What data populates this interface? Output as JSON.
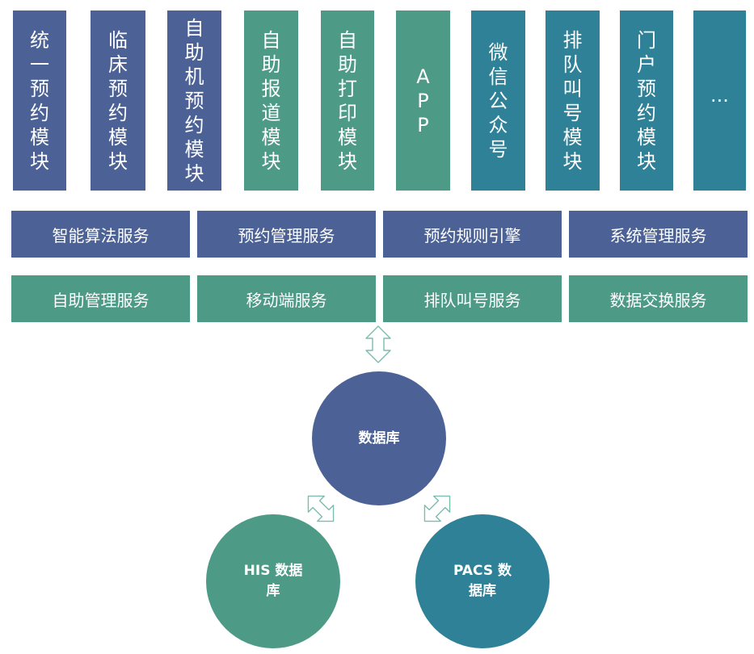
{
  "modules": [
    {
      "label": "统一预约模块",
      "color": "#4c6297"
    },
    {
      "label": "临床预约模块",
      "color": "#4c6297"
    },
    {
      "label": "自助机预约模块",
      "color": "#4c6297"
    },
    {
      "label": "自助报道模块",
      "color": "#4d9a86"
    },
    {
      "label": "自助打印模块",
      "color": "#4d9a86"
    },
    {
      "label": "APP",
      "color": "#4d9a86"
    },
    {
      "label": "微信公众号",
      "color": "#2f8197"
    },
    {
      "label": "排队叫号模块",
      "color": "#2f8197"
    },
    {
      "label": "门户预约模块",
      "color": "#2f8197"
    },
    {
      "label": "···",
      "color": "#2f8197"
    }
  ],
  "services_row1": [
    "智能算法服务",
    "预约管理服务",
    "预约规则引擎",
    "系统管理服务"
  ],
  "services_row2": [
    "自助管理服务",
    "移动端服务",
    "排队叫号服务",
    "数据交换服务"
  ],
  "databases": {
    "main": "数据库",
    "his_line1": "HIS 数据",
    "his_line2": "库",
    "pacs_line1": "PACS 数",
    "pacs_line2": "据库"
  },
  "colors": {
    "blue": "#4c6297",
    "green": "#4d9a86",
    "teal": "#2f8197",
    "arrow_stroke": "#7bbcb0"
  }
}
